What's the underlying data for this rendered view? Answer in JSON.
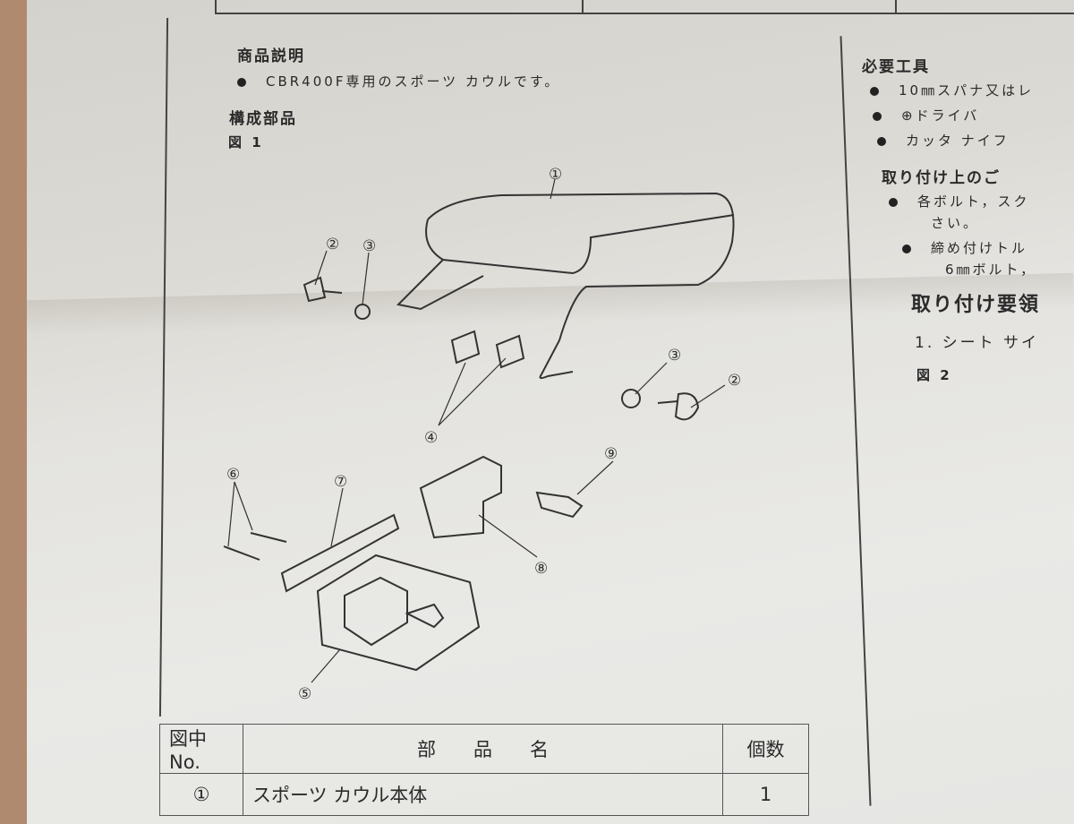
{
  "description_section": {
    "heading": "商品説明",
    "bullet": "CBR400F専用のスポーツ カウルです。"
  },
  "parts_section": {
    "heading": "構成部品",
    "figure_label": "図 1"
  },
  "callouts": [
    "①",
    "②",
    "③",
    "④",
    "⑤",
    "⑥",
    "⑦",
    "⑧",
    "⑨"
  ],
  "tools_section": {
    "heading": "必要工具",
    "items": [
      "10㎜スパナ又はレ",
      "⊕ドライバ",
      "カッタ ナイフ"
    ]
  },
  "notes_section": {
    "heading": "取り付け上のご",
    "items": [
      "各ボルト，スク",
      "さい。",
      "締め付けトル",
      "6㎜ボルト，"
    ]
  },
  "procedure_section": {
    "heading": "取り付け要領",
    "step": "1. シート サイ",
    "figure_label": "図 2"
  },
  "parts_table": {
    "headers": [
      "図中No.",
      "部　　品　　名",
      "個数"
    ],
    "rows": [
      {
        "no": "①",
        "name": "スポーツ カウル本体",
        "qty": "1"
      }
    ]
  },
  "colors": {
    "ink": "#2a2a2a",
    "paper": "#e6e6e3",
    "background": "#b08a6e"
  }
}
